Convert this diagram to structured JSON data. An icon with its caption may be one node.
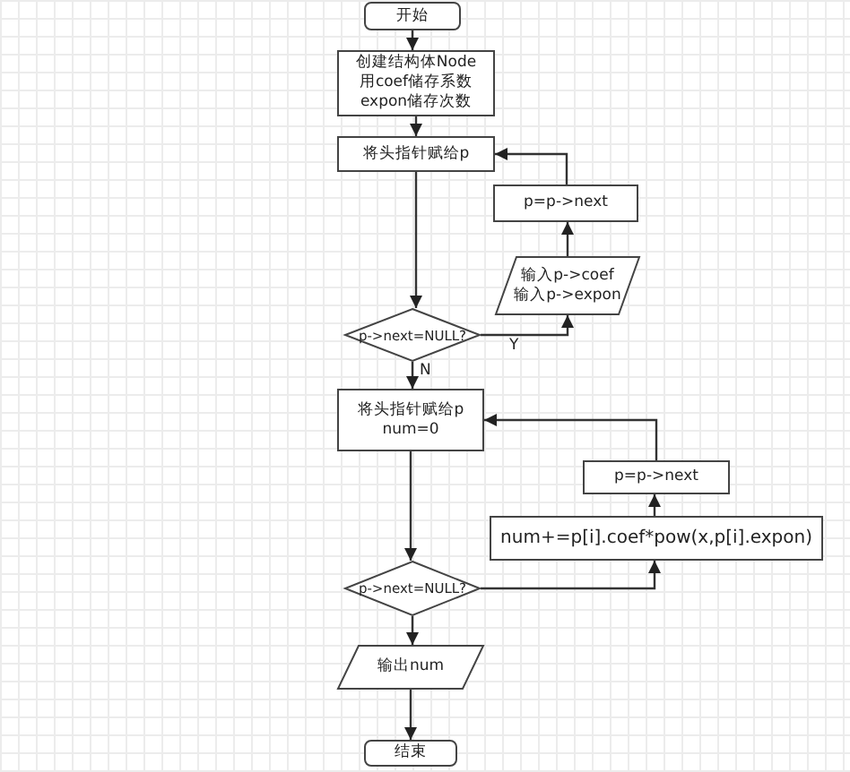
{
  "diagram": {
    "nodes": [
      {
        "text": [
          "开始"
        ]
      },
      {
        "text": [
          "创建结构体Node 用coef储存系数 expon储存次数"
        ]
      },
      {
        "text": [
          "将头指针赋给p"
        ]
      },
      {
        "text": [
          "p=p->next"
        ]
      },
      {
        "text": [
          "输入p->coef 输入p->expon"
        ]
      },
      {
        "text": [
          "p->next=NULL?"
        ]
      },
      {
        "text": [
          "将头指针赋给p num=0"
        ]
      },
      {
        "text": [
          "p=p->next"
        ]
      },
      {
        "text": [
          "num+=p[i].coef*pow(x,p[i].expon)"
        ]
      },
      {
        "text": [
          "p->next=NULL?"
        ]
      },
      {
        "text": [
          "输出num"
        ]
      },
      {
        "text": [
          "结束"
        ]
      }
    ],
    "edges": [
      {
        "from": 0,
        "to": 1,
        "arrow": "to"
      },
      {
        "from": 1,
        "to": 2,
        "arrow": "to"
      },
      {
        "from": 2,
        "to": 5,
        "arrow": "to"
      },
      {
        "from": 5,
        "to": 4,
        "arrow": "to",
        "label": "Y"
      },
      {
        "from": 4,
        "to": 3,
        "arrow": "to"
      },
      {
        "from": 3,
        "to": 2,
        "arrow": "to"
      },
      {
        "from": 5,
        "to": 6,
        "arrow": "to",
        "label": "N"
      },
      {
        "from": 6,
        "to": 9,
        "arrow": "to"
      },
      {
        "from": 9,
        "to": 8,
        "arrow": "to"
      },
      {
        "from": 8,
        "to": 7,
        "arrow": "to"
      },
      {
        "from": 7,
        "to": 6,
        "arrow": "to"
      },
      {
        "from": 9,
        "to": 10,
        "arrow": "to"
      },
      {
        "from": 10,
        "to": 11,
        "arrow": "to"
      }
    ]
  }
}
